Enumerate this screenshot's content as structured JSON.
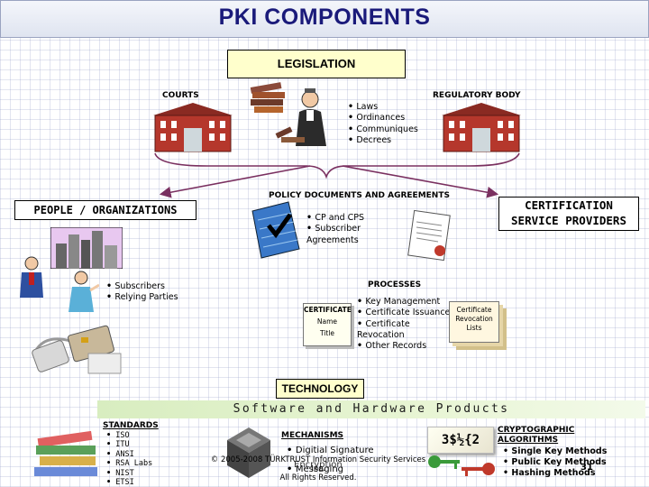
{
  "title": "PKI COMPONENTS",
  "legislation": {
    "label": "LEGISLATION",
    "courts_label": "COURTS",
    "regulatory_label": "REGULATORY BODY",
    "items": [
      "Laws",
      "Ordinances",
      "Communiques",
      "Decrees"
    ]
  },
  "people": {
    "label": "PEOPLE / ORGANIZATIONS",
    "items": [
      "Subscribers",
      "Relying Parties"
    ]
  },
  "policy": {
    "label": "POLICY DOCUMENTS AND AGREEMENTS",
    "items": [
      "CP and CPS",
      "Subscriber Agreements"
    ]
  },
  "csp": {
    "label_line1": "CERTIFICATION",
    "label_line2": "SERVICE PROVIDERS"
  },
  "processes": {
    "label": "PROCESSES",
    "items": [
      "Key Management",
      "Certificate Issuance",
      "Certificate Revocation",
      "Other Records"
    ],
    "certificate_card": {
      "title": "CERTIFICATE",
      "name": "Name",
      "title_field": "Title"
    },
    "crl_card": "Certificate Revocation Lists"
  },
  "technology": {
    "label": "TECHNOLOGY",
    "band": "Software and Hardware Products"
  },
  "standards": {
    "label": "STANDARDS",
    "items": [
      "ISO",
      "ITU",
      "ANSI",
      "RSA Labs",
      "NIST",
      "ETSI"
    ]
  },
  "mechanisms": {
    "label": "MECHANISMS",
    "items": [
      "Digitial Signature",
      "Messaging"
    ],
    "overlap_word": "Encryption",
    "cipher_text": "3$½{2"
  },
  "crypto": {
    "label_line1": "CRYPTOGRAPHIC",
    "label_line2": "ALGORITHMS",
    "items": [
      "Single Key Methods",
      "Public Key Methods",
      "Hashing Methods"
    ]
  },
  "footer": {
    "copyright": "© 2005-2008 TÜRKTRUST Information Security Services Inc.",
    "rights": "All Rights Reserved.",
    "page_number": "31"
  },
  "colors": {
    "title_text": "#1a1a7a",
    "legislation_fill": "#ffffcc",
    "technology_fill": "#ffffcc",
    "arrow_purple": "#7a3060",
    "band_green": "#d8edc0",
    "building_red": "#b5372c"
  }
}
